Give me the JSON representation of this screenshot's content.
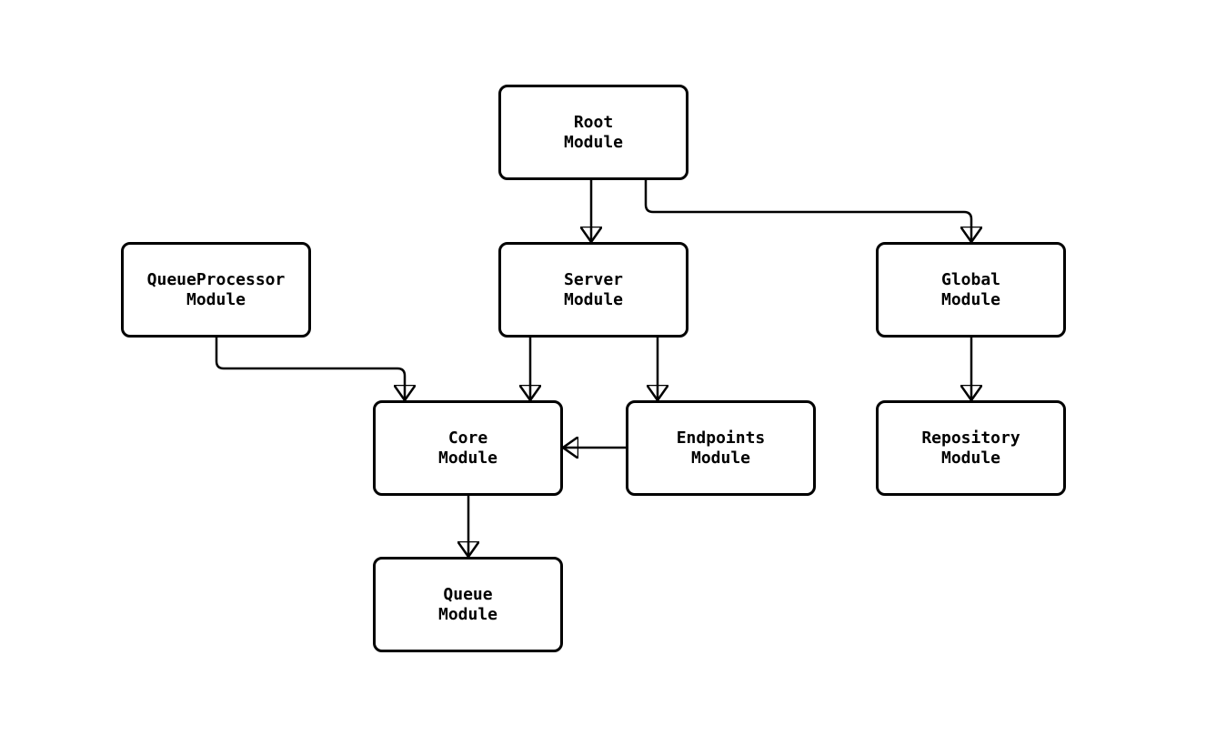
{
  "diagram": {
    "type": "flowchart",
    "colors": {
      "background": "#ffffff",
      "node_fill": "#ffffff",
      "node_border": "#000000",
      "edge_stroke": "#000000",
      "text": "#000000"
    },
    "nodes": {
      "root": {
        "line1": "Root",
        "line2": "Module"
      },
      "queueprocessor": {
        "line1": "QueueProcessor",
        "line2": "Module"
      },
      "server": {
        "line1": "Server",
        "line2": "Module"
      },
      "global": {
        "line1": "Global",
        "line2": "Module"
      },
      "core": {
        "line1": "Core",
        "line2": "Module"
      },
      "endpoints": {
        "line1": "Endpoints",
        "line2": "Module"
      },
      "repository": {
        "line1": "Repository",
        "line2": "Module"
      },
      "queue": {
        "line1": "Queue",
        "line2": "Module"
      }
    },
    "edges": [
      {
        "from": "Root Module",
        "to": "Server Module"
      },
      {
        "from": "Root Module",
        "to": "Global Module"
      },
      {
        "from": "QueueProcessor Module",
        "to": "Core Module"
      },
      {
        "from": "Server Module",
        "to": "Core Module"
      },
      {
        "from": "Server Module",
        "to": "Endpoints Module"
      },
      {
        "from": "Endpoints Module",
        "to": "Core Module"
      },
      {
        "from": "Global Module",
        "to": "Repository Module"
      },
      {
        "from": "Core Module",
        "to": "Queue Module"
      }
    ]
  }
}
